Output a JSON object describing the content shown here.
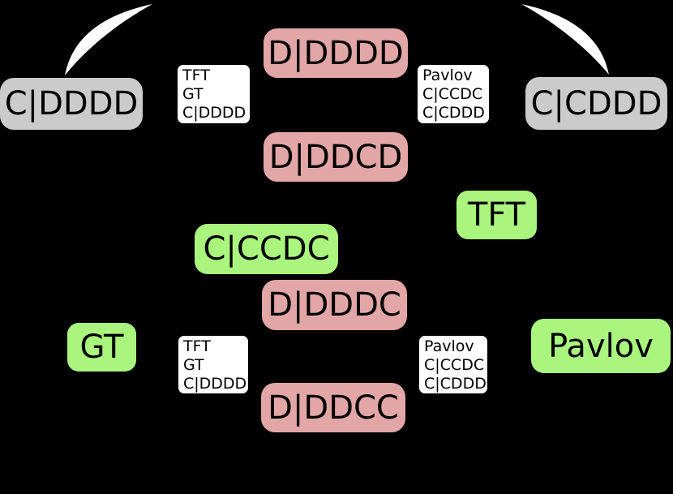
{
  "diagram": {
    "title_hint": "memory-one strategy transition diagram",
    "background_color": "#000000",
    "arrow_color": "#ffffff",
    "node_colors": {
      "gray_node": "#cbcbcb",
      "pink_node": "#e2a6a6",
      "green_node": "#aaf57e",
      "edge_label_box": "#ffffff",
      "text": "#000000"
    },
    "nodes": {
      "c_dddd": {
        "label": "C|DDDD"
      },
      "d_dddd": {
        "label": "D|DDDD"
      },
      "c_cddd": {
        "label": "C|CDDD"
      },
      "d_ddcd": {
        "label": "D|DDCD"
      },
      "tft": {
        "label": "TFT"
      },
      "c_ccdc": {
        "label": "C|CCDC"
      },
      "d_dddc": {
        "label": "D|DDDC"
      },
      "gt": {
        "label": "GT"
      },
      "pavlov": {
        "label": "Pavlov"
      },
      "d_ddcc": {
        "label": "D|DDCC"
      }
    },
    "edge_labels": {
      "top_left": {
        "line1": "TFT",
        "line2": "GT",
        "line3": "C|DDDD"
      },
      "top_right": {
        "line1": "Pavlov",
        "line2": "C|CCDC",
        "line3": "C|CDDD"
      },
      "bottom_left": {
        "line1": "TFT",
        "line2": "GT",
        "line3": "C|DDDD"
      },
      "bottom_right": {
        "line1": "Pavlov",
        "line2": "C|CCDC",
        "line3": "C|CDDD"
      }
    }
  }
}
